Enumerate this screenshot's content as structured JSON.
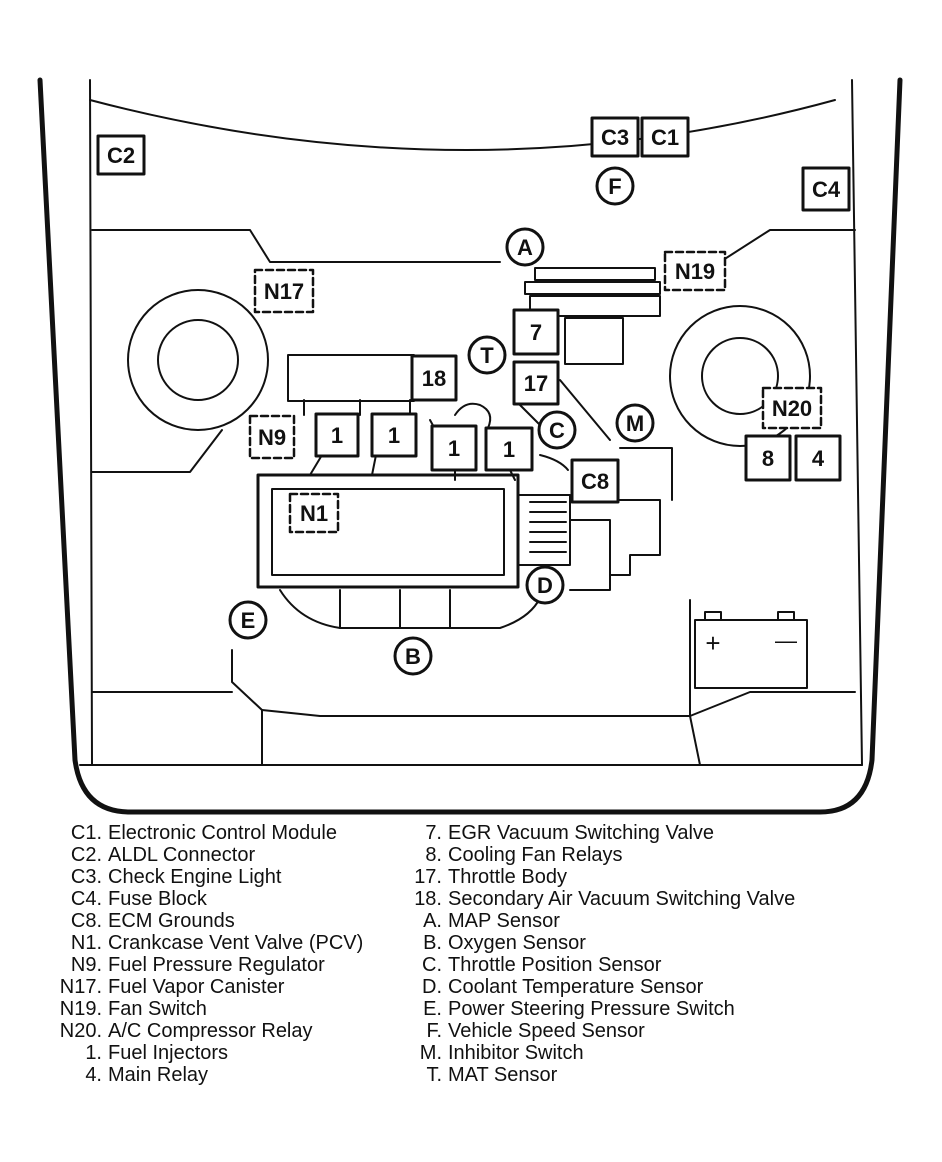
{
  "diagram": {
    "component_boxes": [
      {
        "id": "C1",
        "label": "C1",
        "style": "solid"
      },
      {
        "id": "C2",
        "label": "C2",
        "style": "solid"
      },
      {
        "id": "C3",
        "label": "C3",
        "style": "solid"
      },
      {
        "id": "C4",
        "label": "C4",
        "style": "solid"
      },
      {
        "id": "C8",
        "label": "C8",
        "style": "solid"
      },
      {
        "id": "N1",
        "label": "N1",
        "style": "dashed"
      },
      {
        "id": "N9",
        "label": "N9",
        "style": "dashed"
      },
      {
        "id": "N17",
        "label": "N17",
        "style": "dashed"
      },
      {
        "id": "N19",
        "label": "N19",
        "style": "dashed"
      },
      {
        "id": "N20",
        "label": "N20",
        "style": "dashed"
      },
      {
        "id": "7",
        "label": "7",
        "style": "solid"
      },
      {
        "id": "17",
        "label": "17",
        "style": "solid"
      },
      {
        "id": "18",
        "label": "18",
        "style": "solid"
      },
      {
        "id": "1a",
        "label": "1",
        "style": "solid"
      },
      {
        "id": "1b",
        "label": "1",
        "style": "solid"
      },
      {
        "id": "1c",
        "label": "1",
        "style": "solid"
      },
      {
        "id": "1d",
        "label": "1",
        "style": "solid"
      },
      {
        "id": "8",
        "label": "8",
        "style": "solid"
      },
      {
        "id": "4",
        "label": "4",
        "style": "solid"
      }
    ],
    "circle_markers": [
      {
        "id": "A",
        "label": "A"
      },
      {
        "id": "B",
        "label": "B"
      },
      {
        "id": "C",
        "label": "C"
      },
      {
        "id": "D",
        "label": "D"
      },
      {
        "id": "E",
        "label": "E"
      },
      {
        "id": "F",
        "label": "F"
      },
      {
        "id": "M",
        "label": "M"
      },
      {
        "id": "T",
        "label": "T"
      }
    ],
    "battery": {
      "plus": "+",
      "minus": "—"
    }
  },
  "legend": {
    "left": [
      {
        "code": "C1.",
        "text": "Electronic Control Module"
      },
      {
        "code": "C2.",
        "text": "ALDL Connector"
      },
      {
        "code": "C3.",
        "text": "Check Engine Light"
      },
      {
        "code": "C4.",
        "text": "Fuse Block"
      },
      {
        "code": "C8.",
        "text": "ECM Grounds"
      },
      {
        "code": "N1.",
        "text": "Crankcase Vent Valve (PCV)"
      },
      {
        "code": "N9.",
        "text": "Fuel Pressure Regulator"
      },
      {
        "code": "N17.",
        "text": "Fuel Vapor Canister"
      },
      {
        "code": "N19.",
        "text": "Fan Switch"
      },
      {
        "code": "N20.",
        "text": "A/C Compressor Relay"
      },
      {
        "code": "1.",
        "text": "Fuel Injectors"
      },
      {
        "code": "4.",
        "text": "Main Relay"
      }
    ],
    "right": [
      {
        "code": "7.",
        "text": "EGR Vacuum Switching Valve"
      },
      {
        "code": "8.",
        "text": "Cooling Fan Relays"
      },
      {
        "code": "17.",
        "text": "Throttle Body"
      },
      {
        "code": "18.",
        "text": "Secondary Air Vacuum Switching Valve"
      },
      {
        "code": "A.",
        "text": "MAP Sensor"
      },
      {
        "code": "B.",
        "text": "Oxygen Sensor"
      },
      {
        "code": "C.",
        "text": "Throttle Position Sensor"
      },
      {
        "code": "D.",
        "text": "Coolant Temperature Sensor"
      },
      {
        "code": "E.",
        "text": "Power Steering Pressure Switch"
      },
      {
        "code": "F.",
        "text": "Vehicle Speed Sensor"
      },
      {
        "code": "M.",
        "text": "Inhibitor Switch"
      },
      {
        "code": "T.",
        "text": "MAT Sensor"
      }
    ]
  }
}
